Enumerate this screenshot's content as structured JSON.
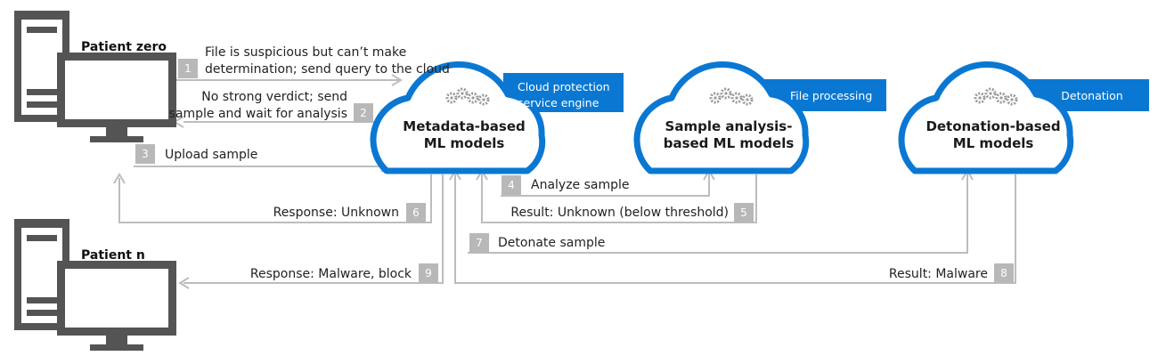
{
  "colors": {
    "accent_blue": "#0a78d2",
    "arrow_gray": "#bdbdbd",
    "badge_gray": "#b8b8b8",
    "computer_gray": "#545454"
  },
  "endpoints": {
    "patient_zero": {
      "label": "Patient zero",
      "icon": "computer-icon"
    },
    "patient_n": {
      "label": "Patient n",
      "icon": "computer-icon"
    }
  },
  "clouds": {
    "metadata": {
      "tab_line1": "Cloud protection",
      "tab_line2": "service engine",
      "title_line1": "Metadata-based",
      "title_line2": "ML models",
      "icon": "gears-icon"
    },
    "sample": {
      "tab": "File processing",
      "title_line1": "Sample analysis-",
      "title_line2": "based ML models",
      "icon": "gears-icon"
    },
    "detonation": {
      "tab": "Detonation",
      "title_line1": "Detonation-based",
      "title_line2": "ML models",
      "icon": "gears-icon"
    }
  },
  "steps": [
    {
      "num": "1",
      "line1": "File is suspicious but can’t make",
      "line2": "determination; send query to the cloud"
    },
    {
      "num": "2",
      "line1": "No strong verdict; send",
      "line2": "sample and wait for analysis"
    },
    {
      "num": "3",
      "text": "Upload sample"
    },
    {
      "num": "4",
      "text": "Analyze sample"
    },
    {
      "num": "5",
      "text": "Result: Unknown (below threshold)"
    },
    {
      "num": "6",
      "text": "Response: Unknown"
    },
    {
      "num": "7",
      "text": "Detonate sample"
    },
    {
      "num": "8",
      "text": "Result: Malware"
    },
    {
      "num": "9",
      "text": "Response: Malware, block"
    }
  ]
}
